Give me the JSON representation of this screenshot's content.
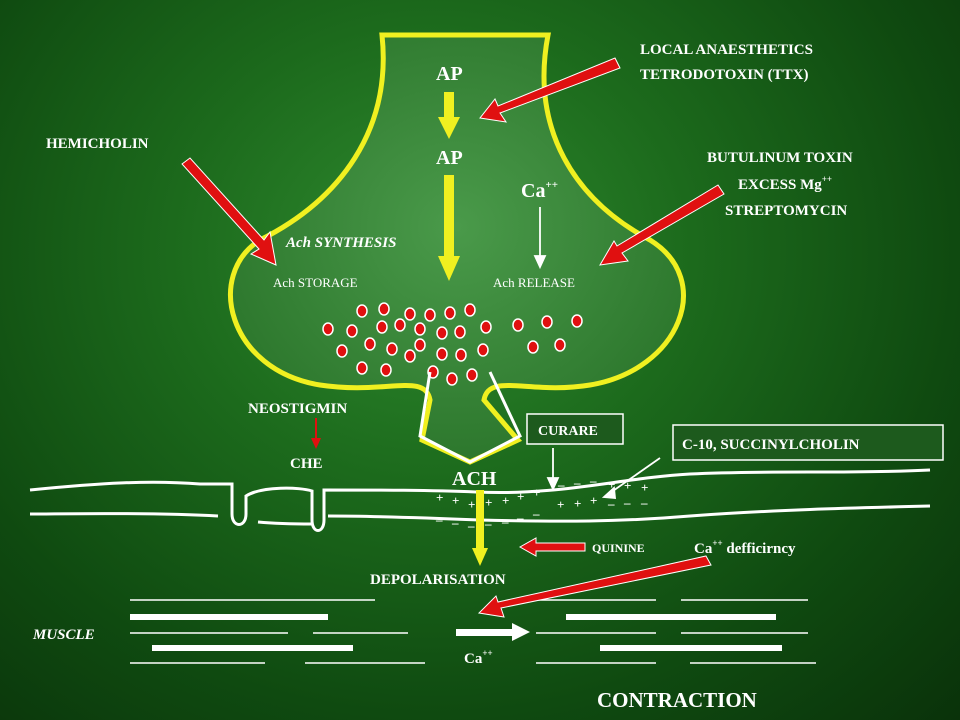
{
  "labels": {
    "ap_top": "AP",
    "ap_mid": "AP",
    "local_anaesthetics": "LOCAL  ANAESTHETICS",
    "ttx": "TETRODOTOXIN  (TTX)",
    "hemicholin": "HEMICHOLIN",
    "butulinum": "BUTULINUM TOXIN",
    "excess_mg": "EXCESS  Mg",
    "mg_sup": "++",
    "streptomycin": "STREPTOMYCIN",
    "ca_terminal": "Ca",
    "ca_terminal_sup": "++",
    "ach_synthesis": "Ach SYNTHESIS",
    "ach_storage": "Ach STORAGE",
    "ach_release": "Ach RELEASE",
    "neostigmin": "NEOSTIGMIN",
    "che": "CHE",
    "curare": "CURARE",
    "c10": "C-10, SUCCINYLCHOLIN",
    "ach": "ACH",
    "quinine": "QUININE",
    "ca_deficiency": "Ca",
    "ca_deficiency_sup": "++",
    "ca_deficiency_rest": " defficirncy",
    "depolarisation": "DEPOLARISATION",
    "muscle": "MUSCLE",
    "ca_muscle": "Ca",
    "ca_muscle_sup": "++",
    "contraction": "CONTRACTION",
    "plus": "+",
    "minus": "–"
  },
  "colors": {
    "background": "#1c6a1c",
    "terminal_outline": "#f0f020",
    "ap_arrow": "#f0f020",
    "inhibitor_arrow": "#e01010",
    "vesicle": "#e01010",
    "text": "#ffffff"
  }
}
